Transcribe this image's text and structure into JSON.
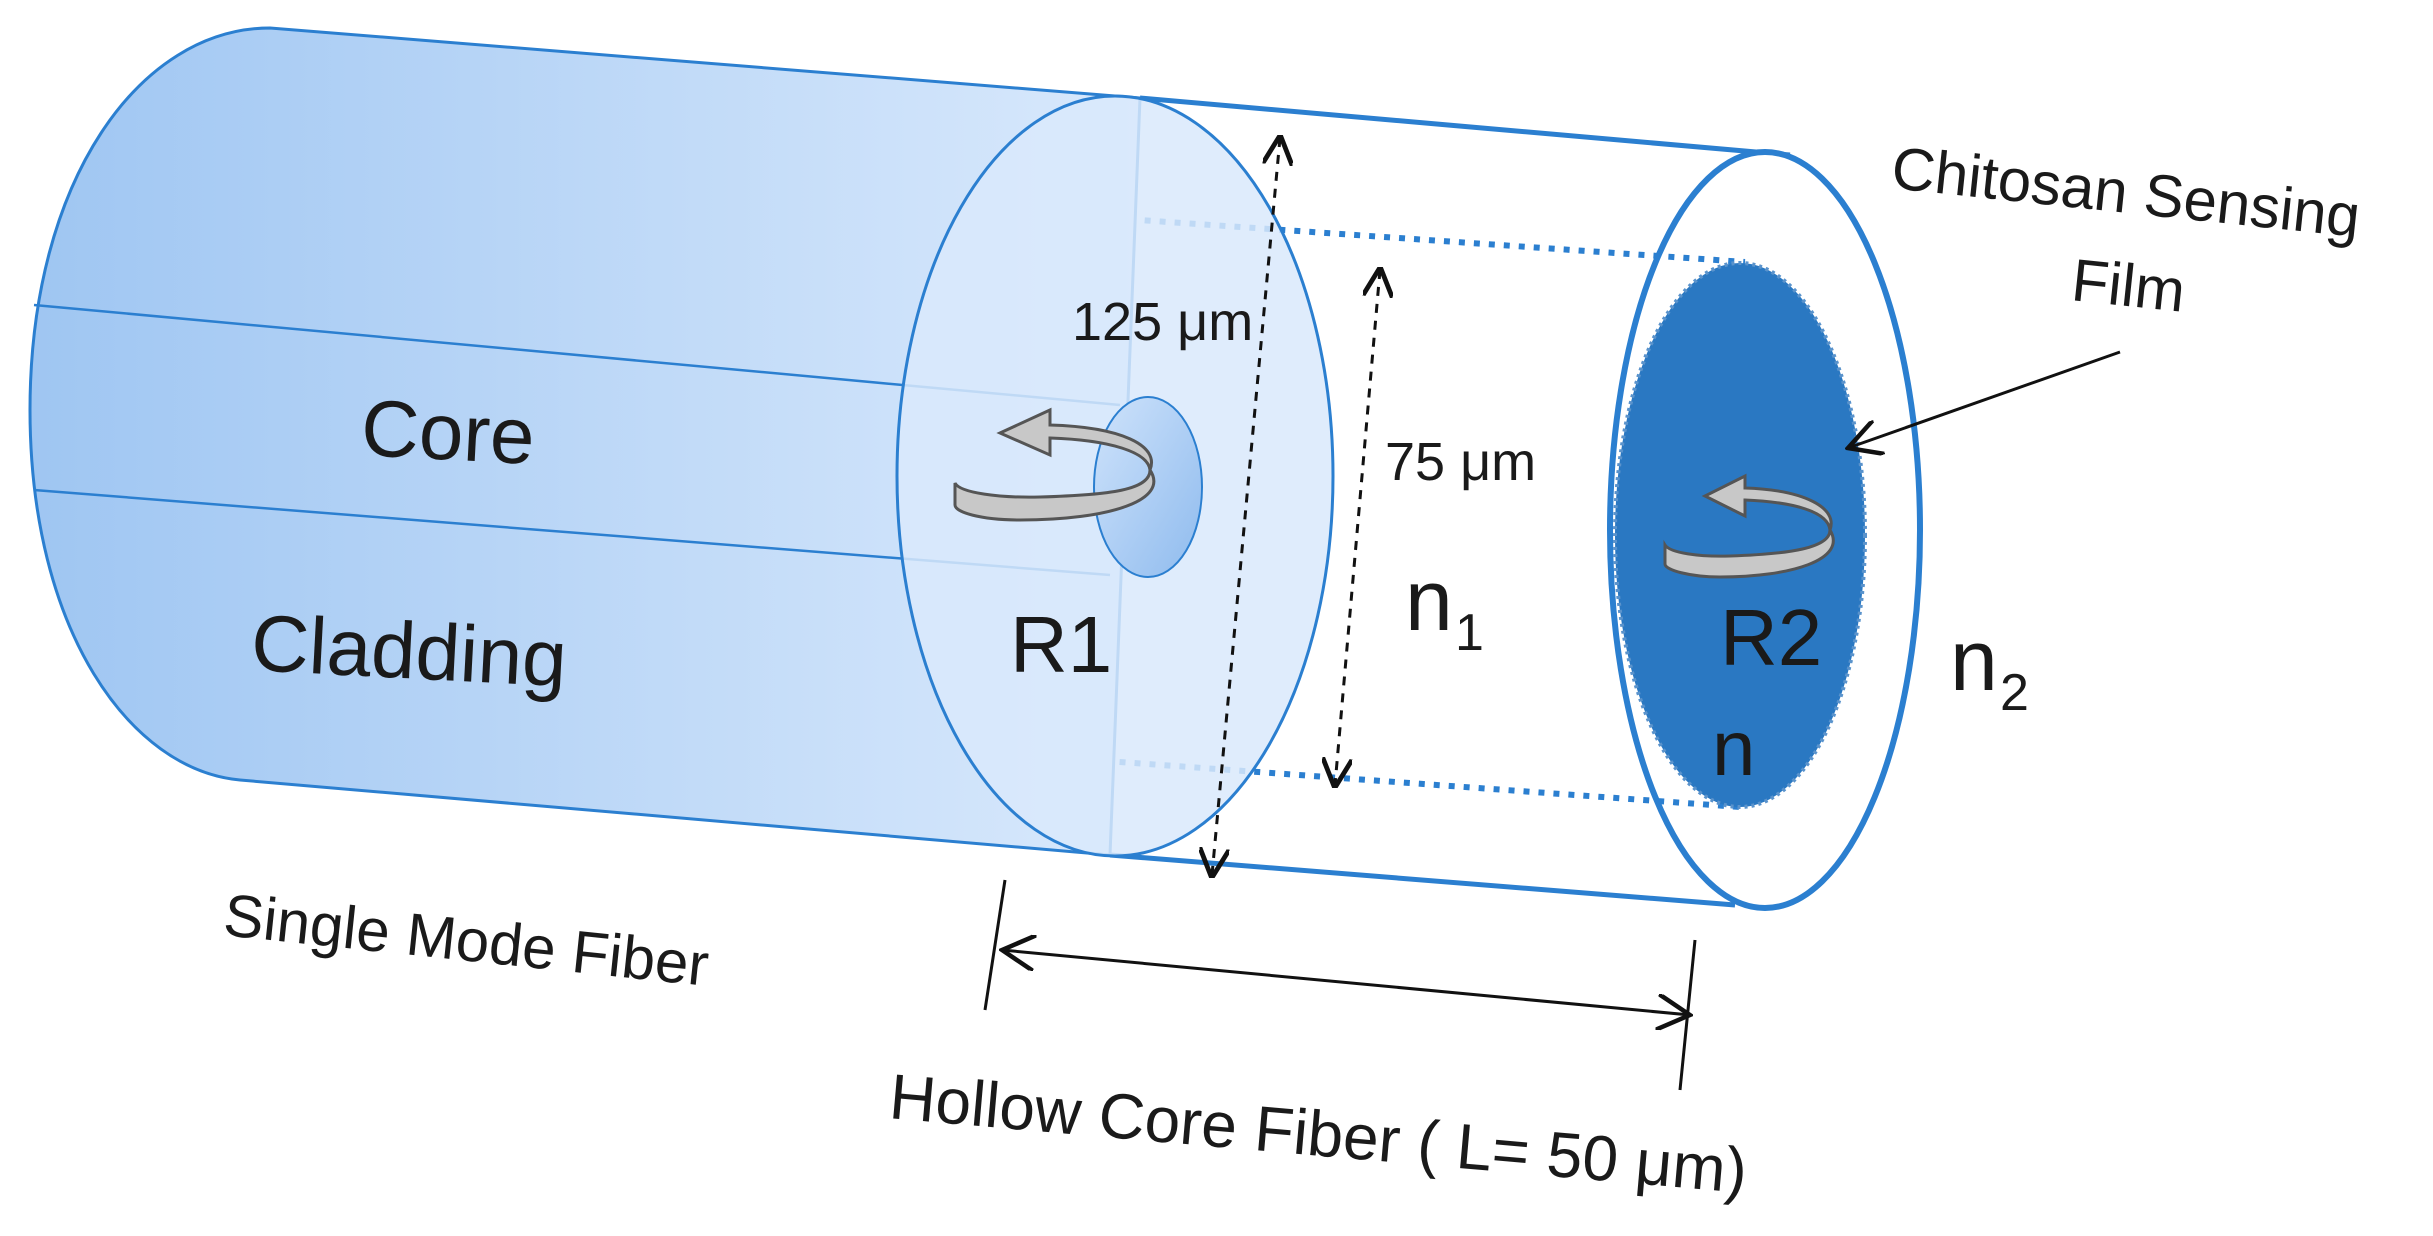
{
  "labels": {
    "core": "Core",
    "cladding": "Cladding",
    "r1": "R1",
    "r2": "R2",
    "n1_base": "n",
    "n1_sub": "1",
    "n2_base": "n",
    "n2_sub": "2",
    "n_film": "n",
    "dim_125": "125 μm",
    "dim_75": "75 μm",
    "smf": "Single Mode Fiber",
    "hcf": "Hollow Core Fiber ( L= 50 μm)",
    "chitosan_line1": "Chitosan Sensing",
    "chitosan_line2": "Film"
  },
  "colors": {
    "fiber_light": "#d8e8fb",
    "fiber_mid": "#a9cbf3",
    "fiber_outline": "#2b7fd0",
    "film": "#2a78c2",
    "arrow_fill": "#c8c8c8"
  }
}
